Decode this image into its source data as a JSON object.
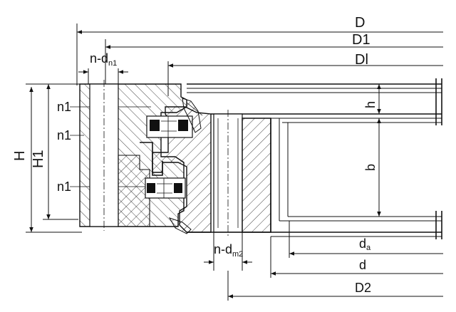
{
  "labels": {
    "D": "D",
    "D1": "D1",
    "Dl": "Dl",
    "n_d": "n-d",
    "n1_sub": "n1",
    "m2_sub": "m2",
    "a_sub": "a",
    "H": "H",
    "H1": "H1",
    "h": "h",
    "b": "b",
    "n1": "n1",
    "d": "d",
    "D2": "D2"
  }
}
